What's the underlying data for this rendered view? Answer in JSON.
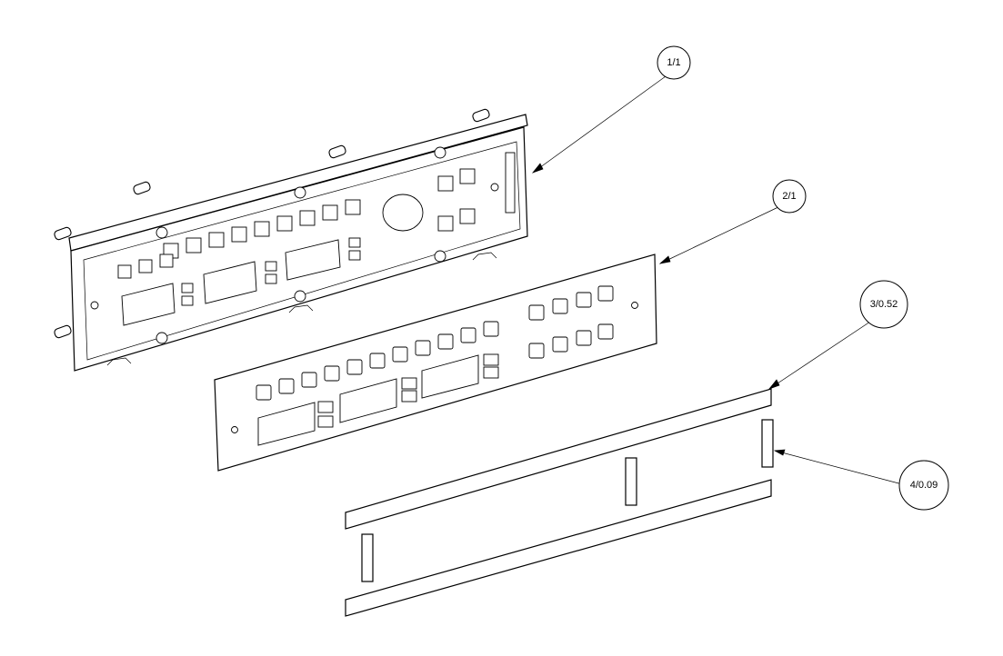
{
  "callouts": [
    {
      "id": "frame",
      "label": "1/1"
    },
    {
      "id": "panel",
      "label": "2/1"
    },
    {
      "id": "strip",
      "label": "3/0.52"
    },
    {
      "id": "spacer",
      "label": "4/0.09"
    }
  ]
}
